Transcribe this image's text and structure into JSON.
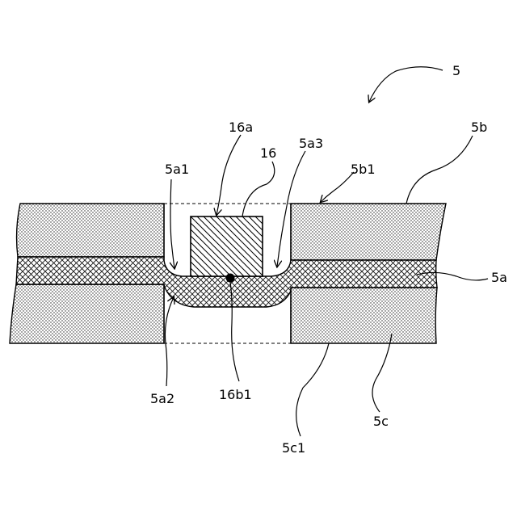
{
  "labels": {
    "l5": "5",
    "l5b": "5b",
    "l16a": "16a",
    "l16": "16",
    "l5a3": "5a3",
    "l5a1": "5a1",
    "l5b1": "5b1",
    "l5a": "5a",
    "l5a2": "5a2",
    "l16b1": "16b1",
    "l5c": "5c",
    "l5c1": "5c1"
  }
}
